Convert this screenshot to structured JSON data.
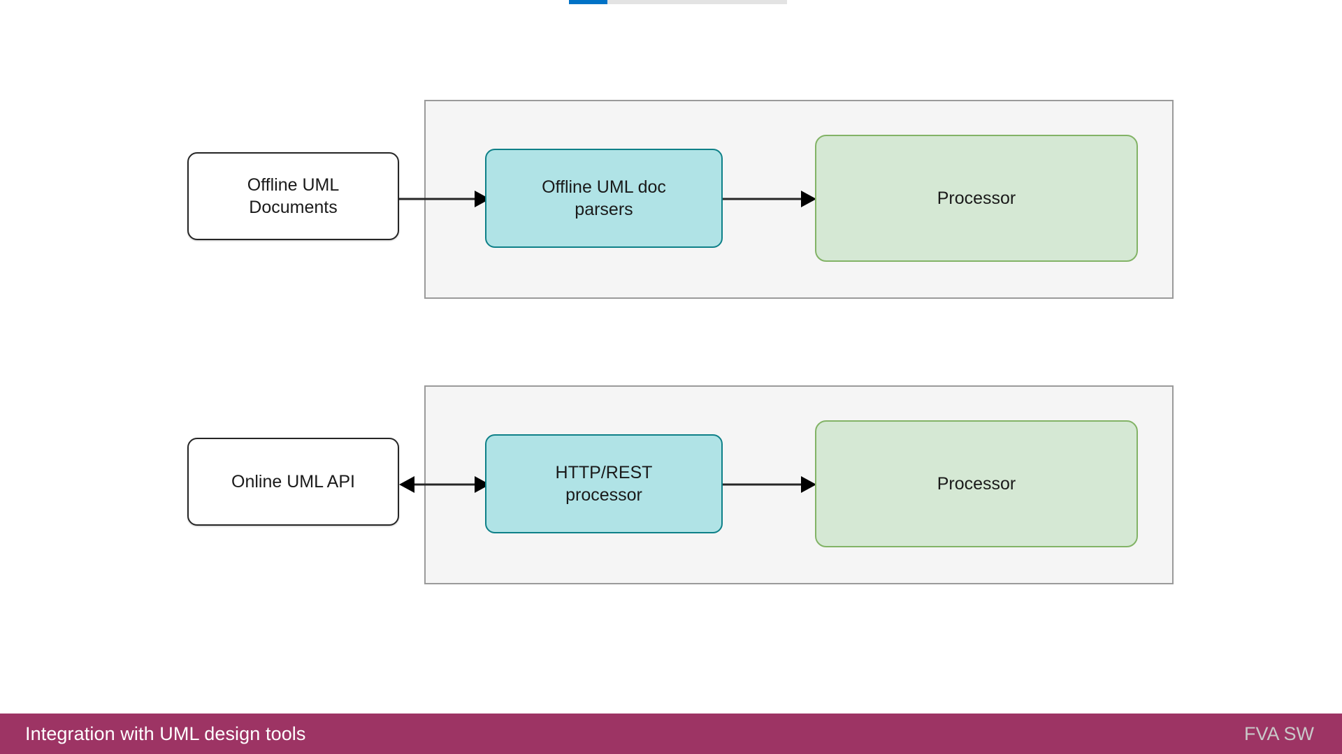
{
  "slide": {
    "progress": {
      "name": "slide-progress-indicator",
      "filled_percent": 18,
      "fill_color": "#0072c6",
      "track_color": "#e3e3e3"
    },
    "footer": {
      "title": "Integration with UML design tools",
      "brand": "FVA SW",
      "background_color": "#9d3464",
      "title_color": "#ffffff",
      "brand_color": "#c9c9c9"
    }
  },
  "diagram": {
    "type": "flow-diagram",
    "groups": [
      {
        "id": "offline",
        "label": "",
        "background_color": "#f5f5f5",
        "border_color": "#9a9a9a"
      },
      {
        "id": "online",
        "label": "",
        "background_color": "#f5f5f5",
        "border_color": "#9a9a9a"
      }
    ],
    "nodes": {
      "offline_documents": {
        "label": "Offline UML\nDocuments",
        "style": "external",
        "fill": "#ffffff",
        "stroke": "#262626"
      },
      "offline_parsers": {
        "label": "Offline UML doc\nparsers",
        "style": "parser",
        "fill": "#b0e3e6",
        "stroke": "#0e8088"
      },
      "processor_offline": {
        "label": "Processor",
        "style": "processor",
        "fill": "#d5e8d4",
        "stroke": "#82b366"
      },
      "online_api": {
        "label": "Online UML API",
        "style": "external",
        "fill": "#ffffff",
        "stroke": "#262626"
      },
      "http_rest_processor": {
        "label": "HTTP/REST\nprocessor",
        "style": "parser",
        "fill": "#b0e3e6",
        "stroke": "#0e8088"
      },
      "processor_online": {
        "label": "Processor",
        "style": "processor",
        "fill": "#d5e8d4",
        "stroke": "#82b366"
      }
    },
    "edges": [
      {
        "id": "docs-to-parsers",
        "from": "offline_documents",
        "to": "offline_parsers",
        "direction": "forward",
        "label": ""
      },
      {
        "id": "parsers-to-processor",
        "from": "offline_parsers",
        "to": "processor_offline",
        "direction": "forward",
        "label": ""
      },
      {
        "id": "api-to-http",
        "from": "online_api",
        "to": "http_rest_processor",
        "direction": "both",
        "label": ""
      },
      {
        "id": "http-to-processor",
        "from": "http_rest_processor",
        "to": "processor_online",
        "direction": "forward",
        "label": ""
      }
    ]
  }
}
